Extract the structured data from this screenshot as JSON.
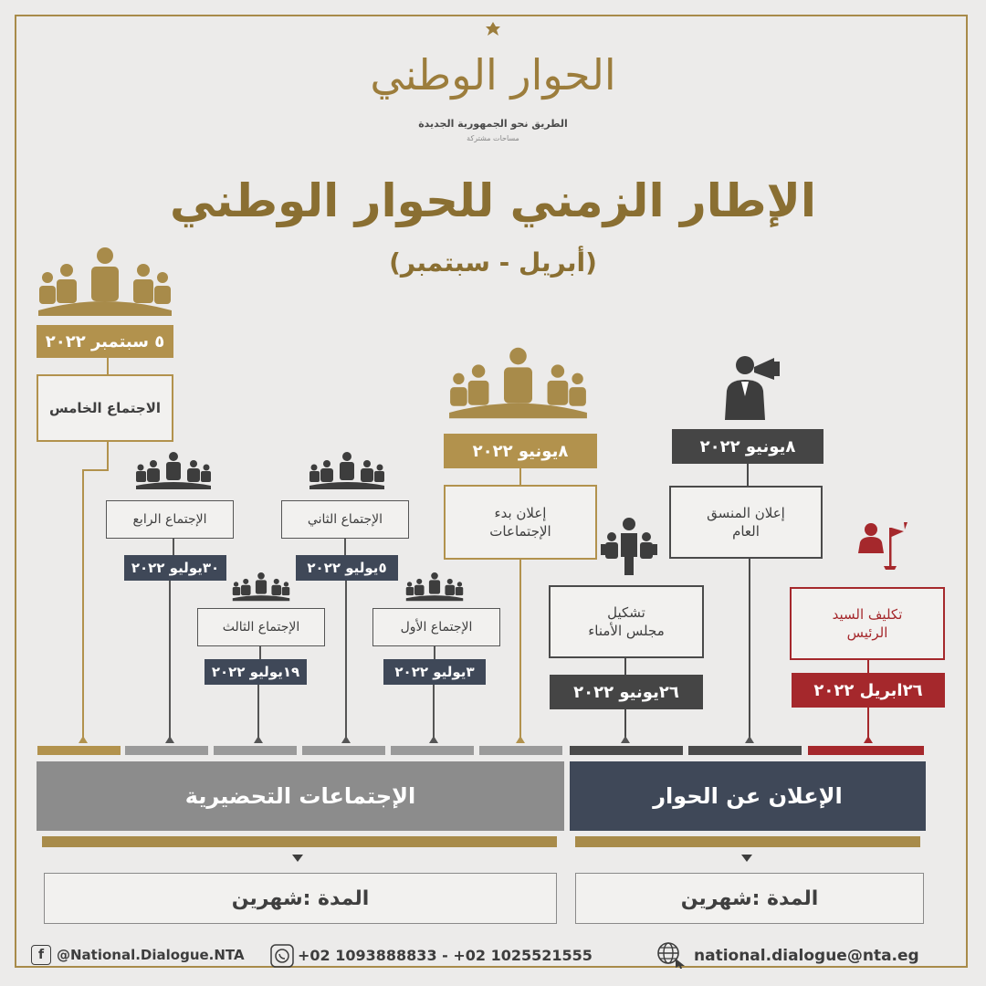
{
  "header": {
    "logo_text": "الحوار الوطني",
    "tagline": "الطريق نحو الجمهورية الجديدة",
    "tagline_sub": "مساحات مشتركة",
    "title": "الإطار الزمني للحوار الوطني",
    "subtitle": "(أبريل - سبتمبر)"
  },
  "events": {
    "fifth": {
      "date": "٥ سبتمبر ٢٠٢٢",
      "label": "الاجتماع الخامس"
    },
    "start_meetings": {
      "date": "٨يونيو ٢٠٢٢",
      "label": "إعلان بدء الإجتماعات"
    },
    "coordinator": {
      "date": "٨يونيو ٢٠٢٢",
      "label": "إعلان المنسق العام"
    },
    "fourth": {
      "label": "الإجتماع الرابع",
      "date": "٣٠يوليو ٢٠٢٢"
    },
    "second": {
      "label": "الإجتماع الثاني",
      "date": "٥يوليو ٢٠٢٢"
    },
    "third": {
      "label": "الإجتماع الثالث",
      "date": "١٩يوليو ٢٠٢٢"
    },
    "first": {
      "label": "الإجتماع الأول",
      "date": "٣يوليو ٢٠٢٢"
    },
    "trustees": {
      "label": "تشكيل مجلس الأمناء",
      "date": "٢٦يونيو ٢٠٢٢"
    },
    "president": {
      "label": "تكليف السيد الرئيس",
      "date": "٢٦ابريل ٢٠٢٢"
    }
  },
  "phases": {
    "prep": {
      "label": "الإجتماعات التحضيرية",
      "duration": "المدة :شهرين"
    },
    "announce": {
      "label": "الإعلان عن الحوار",
      "duration": "المدة :شهرين"
    }
  },
  "footer": {
    "facebook_icon_glyph": "f",
    "facebook": "@National.Dialogue.NTA",
    "phones": "+02 1093888833  -  +02 1025521555",
    "email": "national.dialogue@nta.eg"
  },
  "colors": {
    "gold": "#b2924d",
    "dark": "#454545",
    "red": "#a5282c",
    "navy": "#3f4858",
    "grey": "#8c8c8c"
  }
}
